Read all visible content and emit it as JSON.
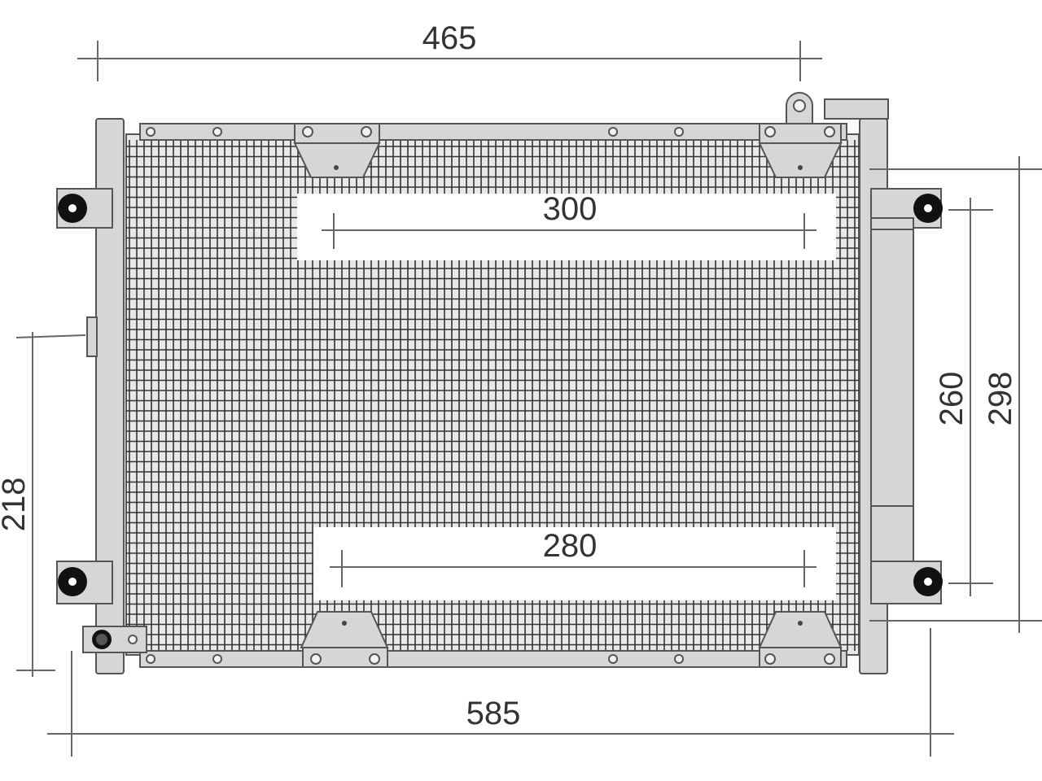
{
  "drawing": {
    "dimensions": {
      "top_width": "465",
      "upper_inner": "300",
      "lower_inner": "280",
      "bottom_width": "585",
      "left_height": "218",
      "right_inner_height": "260",
      "right_outer_height": "298"
    },
    "colors": {
      "line": "#555555",
      "fin_stroke": "#333333",
      "frame_fill": "#d6d6d6",
      "background": "#ffffff"
    }
  }
}
